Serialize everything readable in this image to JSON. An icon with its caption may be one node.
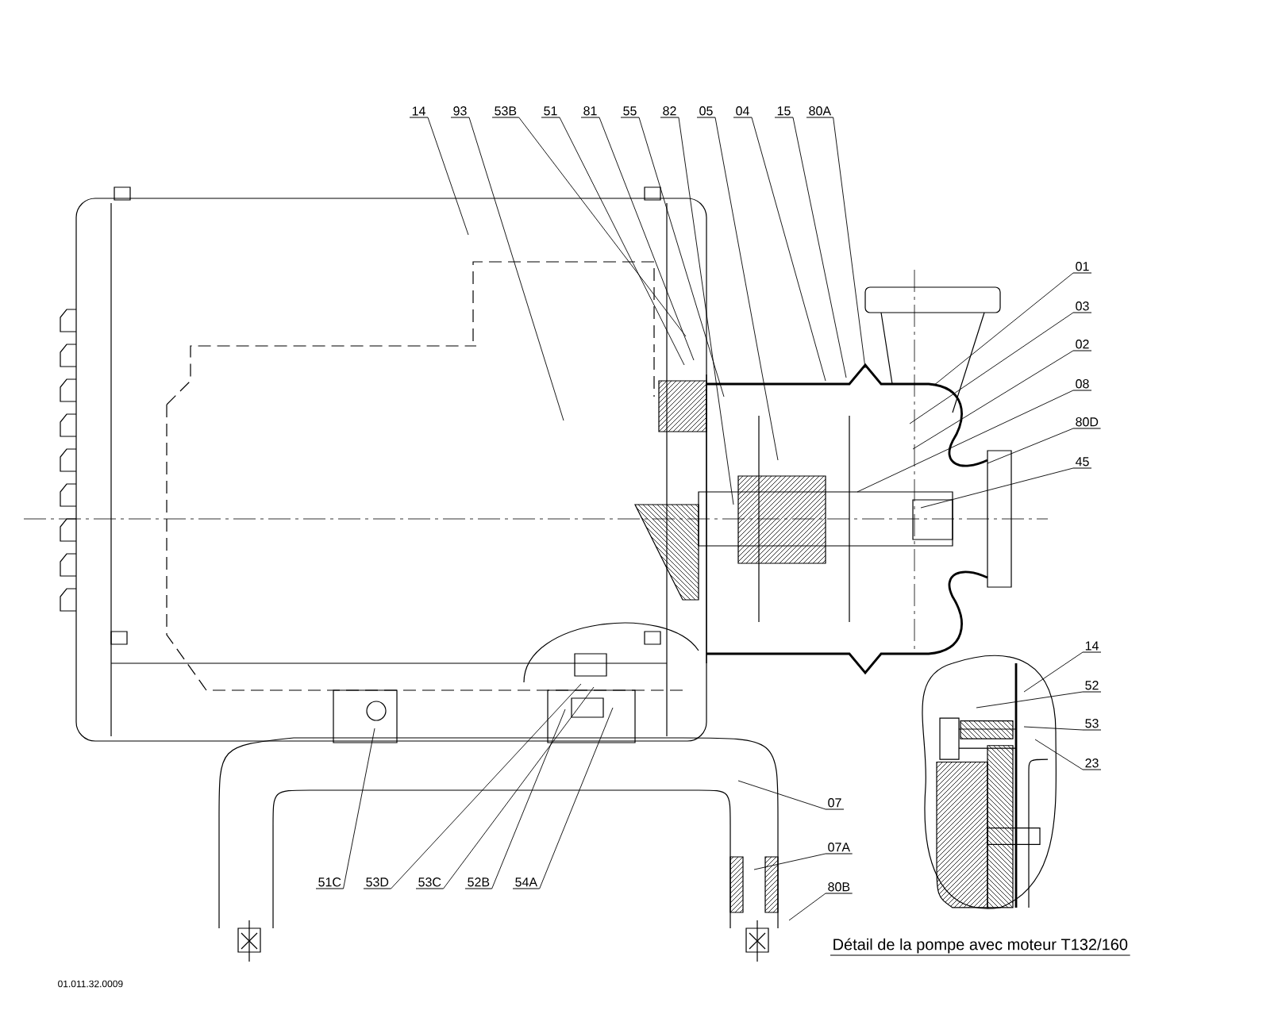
{
  "diagram": {
    "caption": "Détail de la pompe avec moteur T132/160",
    "nodes": [
      {
        "text": [
          "14"
        ]
      },
      {
        "text": [
          "93"
        ]
      },
      {
        "text": [
          "53B"
        ]
      },
      {
        "text": [
          "51"
        ]
      },
      {
        "text": [
          "81"
        ]
      },
      {
        "text": [
          "55"
        ]
      },
      {
        "text": [
          "82"
        ]
      },
      {
        "text": [
          "05"
        ]
      },
      {
        "text": [
          "04"
        ]
      },
      {
        "text": [
          "15"
        ]
      },
      {
        "text": [
          "80A"
        ]
      },
      {
        "text": [
          "01"
        ]
      },
      {
        "text": [
          "03"
        ]
      },
      {
        "text": [
          "02"
        ]
      },
      {
        "text": [
          "08"
        ]
      },
      {
        "text": [
          "80D"
        ]
      },
      {
        "text": [
          "45"
        ]
      },
      {
        "text": [
          "14"
        ]
      },
      {
        "text": [
          "52"
        ]
      },
      {
        "text": [
          "53"
        ]
      },
      {
        "text": [
          "23"
        ]
      },
      {
        "text": [
          "07"
        ]
      },
      {
        "text": [
          "07A"
        ]
      },
      {
        "text": [
          "80B"
        ]
      },
      {
        "text": [
          "51C"
        ]
      },
      {
        "text": [
          "53D"
        ]
      },
      {
        "text": [
          "53C"
        ]
      },
      {
        "text": [
          "52B"
        ]
      },
      {
        "text": [
          "54A"
        ]
      }
    ],
    "edges": [
      {
        "from": 0,
        "to": null,
        "arrow": "none"
      },
      {
        "from": 1,
        "to": null,
        "arrow": "none"
      },
      {
        "from": 2,
        "to": null,
        "arrow": "none"
      },
      {
        "from": 3,
        "to": null,
        "arrow": "none"
      },
      {
        "from": 4,
        "to": null,
        "arrow": "none"
      },
      {
        "from": 5,
        "to": null,
        "arrow": "none"
      },
      {
        "from": 6,
        "to": null,
        "arrow": "none"
      },
      {
        "from": 7,
        "to": null,
        "arrow": "none"
      },
      {
        "from": 8,
        "to": null,
        "arrow": "none"
      },
      {
        "from": 9,
        "to": null,
        "arrow": "none"
      },
      {
        "from": 10,
        "to": null,
        "arrow": "none"
      },
      {
        "from": 11,
        "to": null,
        "arrow": "none"
      },
      {
        "from": 12,
        "to": null,
        "arrow": "none"
      },
      {
        "from": 13,
        "to": null,
        "arrow": "none"
      },
      {
        "from": 14,
        "to": null,
        "arrow": "none"
      },
      {
        "from": 15,
        "to": null,
        "arrow": "none"
      },
      {
        "from": 16,
        "to": null,
        "arrow": "none"
      },
      {
        "from": 17,
        "to": null,
        "arrow": "none"
      },
      {
        "from": 18,
        "to": null,
        "arrow": "none"
      },
      {
        "from": 19,
        "to": null,
        "arrow": "none"
      },
      {
        "from": 20,
        "to": null,
        "arrow": "none"
      },
      {
        "from": 21,
        "to": null,
        "arrow": "none"
      },
      {
        "from": 22,
        "to": null,
        "arrow": "none"
      },
      {
        "from": 23,
        "to": null,
        "arrow": "none"
      },
      {
        "from": 24,
        "to": null,
        "arrow": "none"
      },
      {
        "from": 25,
        "to": null,
        "arrow": "none"
      },
      {
        "from": 26,
        "to": null,
        "arrow": "none"
      },
      {
        "from": 27,
        "to": null,
        "arrow": "none"
      },
      {
        "from": 28,
        "to": null,
        "arrow": "none"
      }
    ],
    "labels": [
      "01.011.32.0009"
    ]
  }
}
